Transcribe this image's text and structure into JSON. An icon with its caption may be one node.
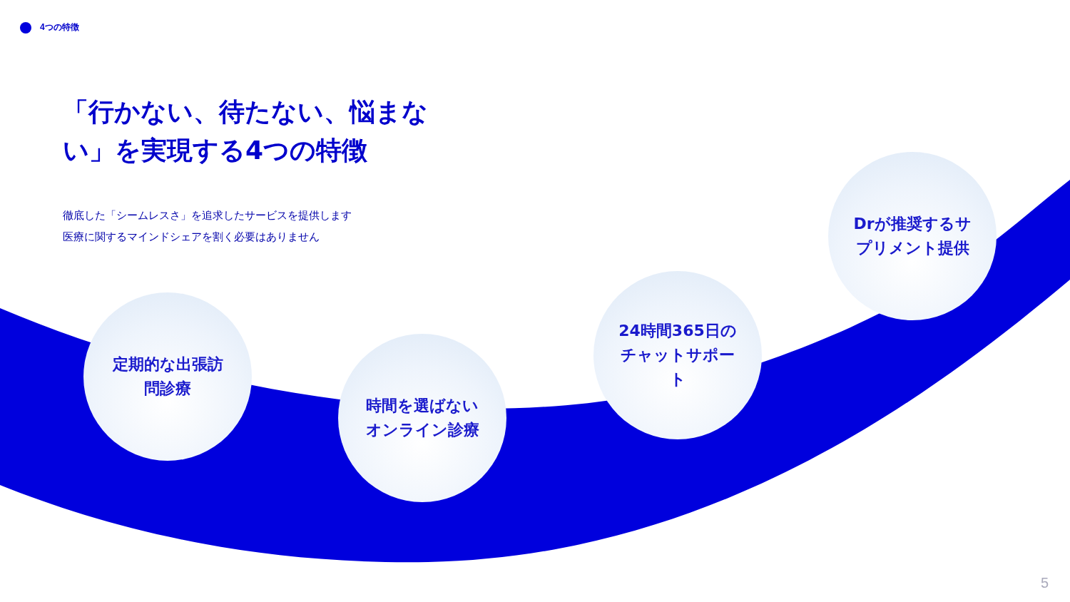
{
  "diagram": {
    "title": "「行かない、待たない、悩まない」を実現する4つの特徴",
    "nodes": [
      {
        "text": [
          "定期的な出張訪問診療"
        ]
      },
      {
        "text": [
          "時間を選ばないオンライン診療"
        ]
      },
      {
        "text": [
          "24時間365日のチャットサポート"
        ]
      },
      {
        "text": [
          "Drが推奨するサプリメント提供"
        ]
      }
    ],
    "labels": [
      "4つの特徴",
      "徹底した「シームレスさ」を追求したサービスを提供します",
      "医療に関するマインドシェアを割く必要はありません",
      "5"
    ]
  }
}
